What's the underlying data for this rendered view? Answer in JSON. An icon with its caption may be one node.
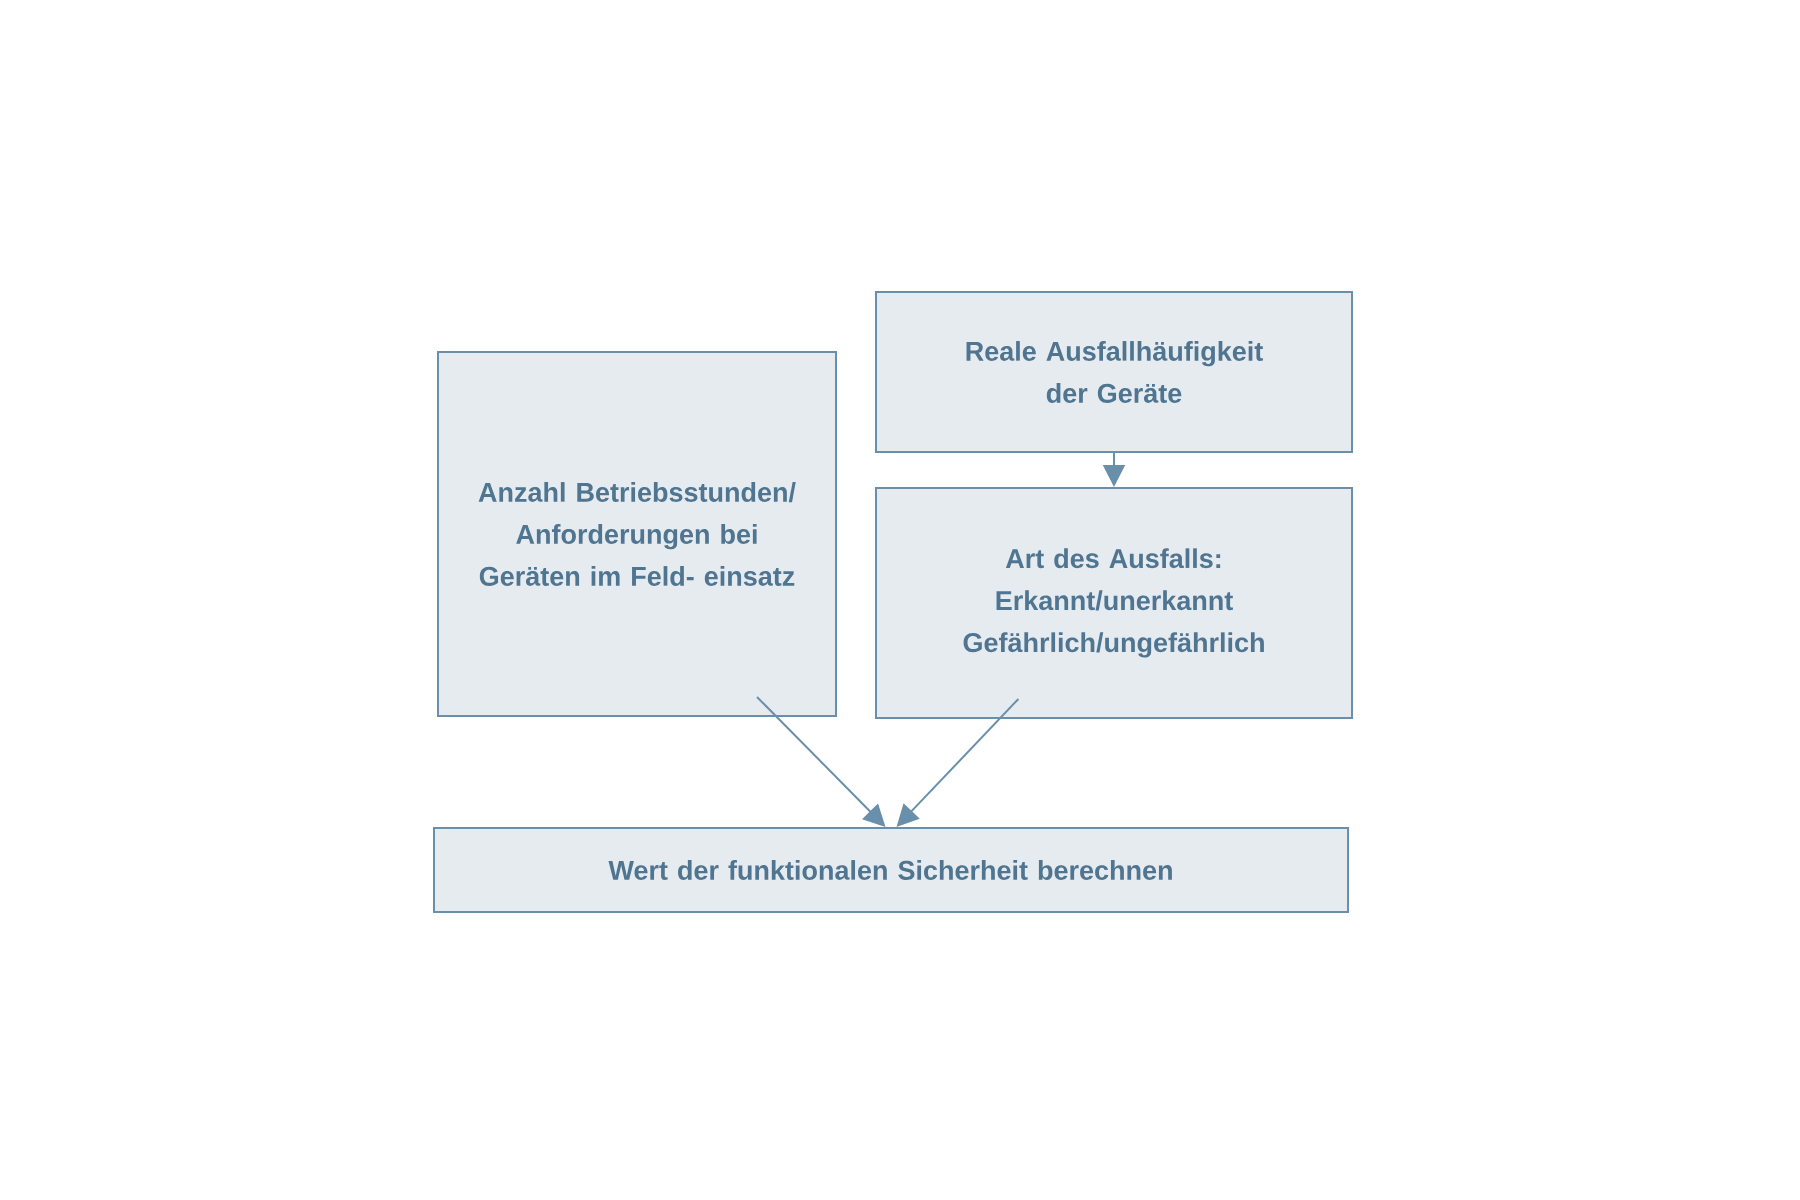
{
  "diagram": {
    "nodes": [
      {
        "text": [
          "Anzahl Betriebsstunden/ Anforderungen bei Geräten im Feld- einsatz"
        ]
      },
      {
        "text": [
          "Reale Ausfallhäufigkeit der Geräte"
        ]
      },
      {
        "text": [
          "Art des Ausfalls: Erkannt/unerkannt Gefährlich/ungefährlich"
        ]
      },
      {
        "text": [
          "Wert der funktionalen Sicherheit berechnen"
        ]
      }
    ],
    "edges": [
      {
        "from": 1,
        "to": 2,
        "arrow": "to"
      },
      {
        "from": 0,
        "to": 3,
        "arrow": "to"
      },
      {
        "from": 2,
        "to": 3,
        "arrow": "to"
      }
    ]
  }
}
